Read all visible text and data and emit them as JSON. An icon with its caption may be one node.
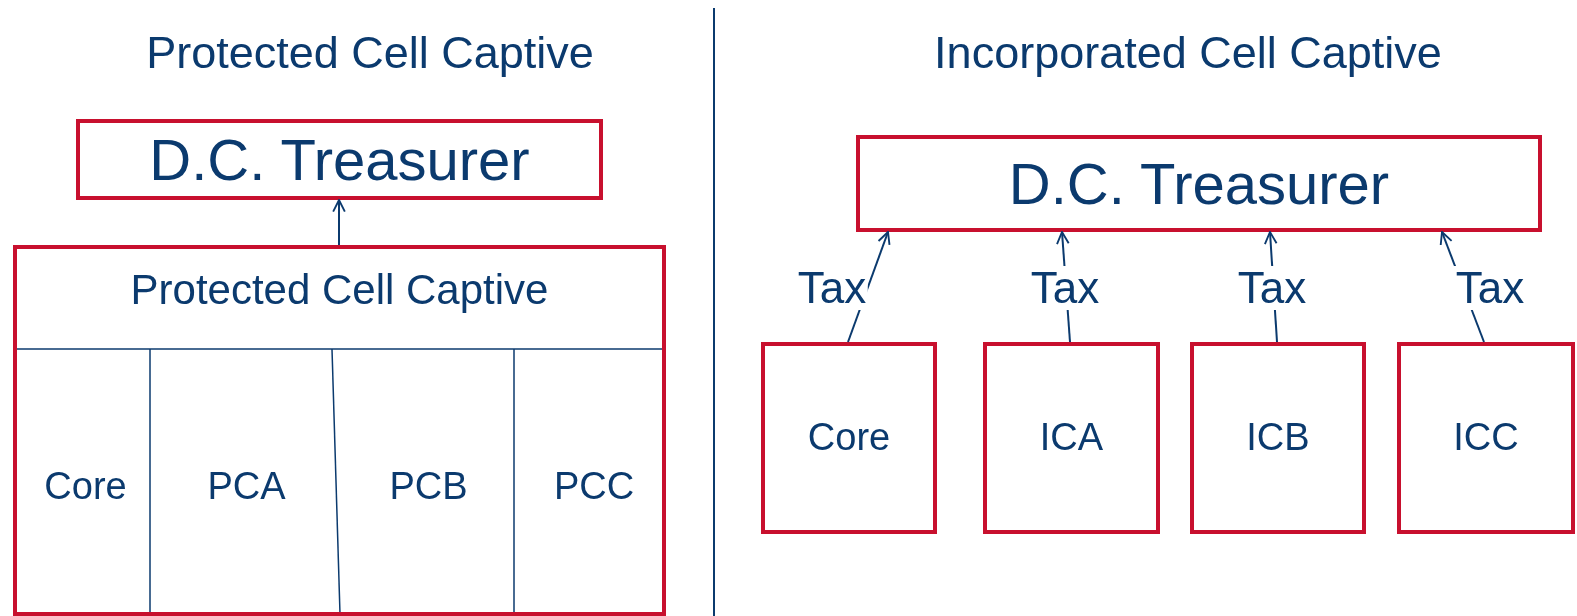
{
  "diagram": {
    "nodes": [
      {
        "text": [
          "D.C. Treasurer"
        ]
      },
      {
        "text": [
          "Protected Cell Captive"
        ]
      },
      {
        "text": [
          "Core"
        ],
        "in": 1
      },
      {
        "text": [
          "PCA"
        ],
        "in": 1
      },
      {
        "text": [
          "PCB"
        ],
        "in": 1
      },
      {
        "text": [
          "PCC"
        ],
        "in": 1
      },
      {
        "text": [
          "D.C. Treasurer"
        ]
      },
      {
        "text": [
          "Core"
        ]
      },
      {
        "text": [
          "ICA"
        ]
      },
      {
        "text": [
          "ICB"
        ]
      },
      {
        "text": [
          "ICC"
        ]
      }
    ],
    "edges": [
      {
        "from": 1,
        "to": 0,
        "arrow": "to"
      },
      {
        "from": 7,
        "to": 6,
        "arrow": "to",
        "label": "Tax"
      },
      {
        "from": 8,
        "to": 6,
        "arrow": "to",
        "label": "Tax"
      },
      {
        "from": 9,
        "to": 6,
        "arrow": "to",
        "label": "Tax"
      },
      {
        "from": 10,
        "to": 6,
        "arrow": "to",
        "label": "Tax"
      }
    ],
    "labels": [
      "Protected Cell Captive",
      "Incorporated Cell Captive"
    ]
  }
}
